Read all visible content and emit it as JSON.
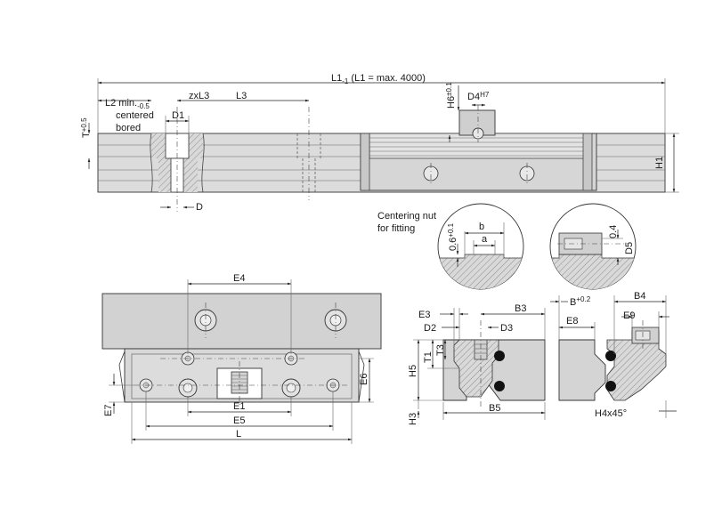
{
  "labels": {
    "L1": "L1",
    "L1_sub": "-1",
    "L1_note": " (L1 = max. 4000)",
    "L2": "L2 min.",
    "L2_tol": "-0.5",
    "centered": "centered",
    "bored": "bored",
    "zxL3": "zxL3",
    "L3": "L3",
    "D1": "D1",
    "T": "T",
    "T_tol": "+0.5",
    "D": "D",
    "H6": "H6",
    "H6_tol": "±0.1",
    "D4": "D4",
    "D4_tol": "H7",
    "H1": "H1",
    "centering_nut": "Centering nut",
    "for_fitting": "for fitting",
    "b": "b",
    "a": "a",
    "val_06": "0.6",
    "val_06_tol": "+0.1",
    "val_04": "0.4",
    "D5": "D5",
    "E4": "E4",
    "E1": "E1",
    "E5": "E5",
    "L": "L",
    "E6": "E6",
    "E7": "E7",
    "E3": "E3",
    "D2": "D2",
    "D3": "D3",
    "B3": "B3",
    "T1": "T1",
    "T3": "T3",
    "H5": "H5",
    "H3": "H3",
    "B5": "B5",
    "B": "B",
    "B_tol": "+0.2",
    "B4": "B4",
    "E8": "E8",
    "E9": "E9",
    "H4x45": "H4x45°"
  },
  "colors": {
    "steel_light": "#e4e4e4",
    "steel_mid": "#d0d0d0",
    "steel_dark": "#b4b4b4",
    "hatch": "#8c8c8c",
    "seal": "#111111",
    "line": "#222222"
  }
}
